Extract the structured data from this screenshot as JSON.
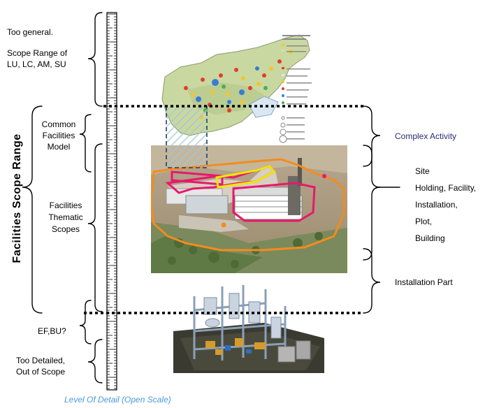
{
  "left_labels": {
    "too_general": "Too general.",
    "scope_range_line1": "Scope Range of",
    "scope_range_line2": "LU, LC, AM, SU",
    "common_facilities_line1": "Common",
    "common_facilities_line2": "Facilities",
    "common_facilities_line3": "Model",
    "facilities_thematic_line1": "Facilities",
    "facilities_thematic_line2": "Thematic",
    "facilities_thematic_line3": "Scopes",
    "ef_bu": "EF,BU?",
    "too_detailed_line1": "Too Detailed,",
    "too_detailed_line2": "Out of Scope"
  },
  "vertical_title": "Facilities  Scope Range",
  "right_labels": {
    "complex_activity": "Complex Activity",
    "site": "Site",
    "holding_facility": "Holding, Facility,",
    "installation": "Installation,",
    "plot": "Plot,",
    "building": "Building",
    "installation_part": "Installation Part"
  },
  "scale_caption": "Level Of Detail (Open Scale)",
  "colors": {
    "complex_activity_text": "#2b2b7a",
    "scale_caption": "#4a9bd6",
    "pink_outline": "#e8186d",
    "yellow_outline": "#f5e400",
    "orange_outline": "#f28c1e",
    "hatch_blue": "#9fc6de"
  }
}
